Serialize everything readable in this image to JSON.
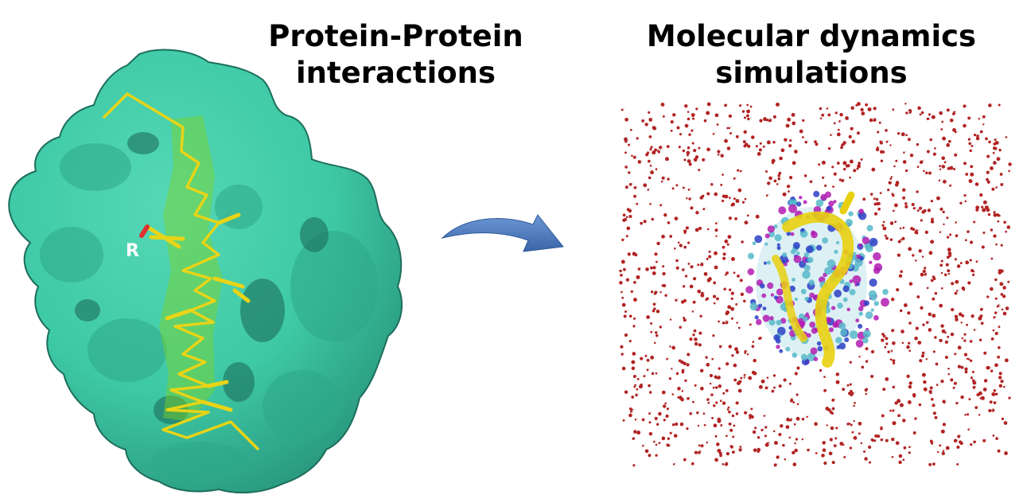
{
  "left_title": {
    "line1": "Protein-Protein",
    "line2": "interactions"
  },
  "right_title": {
    "line1": "Molecular dynamics",
    "line2": "simulations"
  },
  "residue_label": "R",
  "colors": {
    "protein_surface": "#3ec9a6",
    "protein_shadow": "#1d6e5c",
    "peptide": "#e8d417",
    "peptide_highlight": "#7ed321",
    "residue_tip": "#e03030",
    "arrow": "#4f7fbf",
    "water": "#b22222",
    "hydrogen": "#e6e6e6",
    "md_protein_yellow": "#e8d010",
    "md_protein_magenta": "#b11cb1",
    "md_protein_cyan": "#57b8c9",
    "md_protein_blue": "#2c3fc7"
  }
}
